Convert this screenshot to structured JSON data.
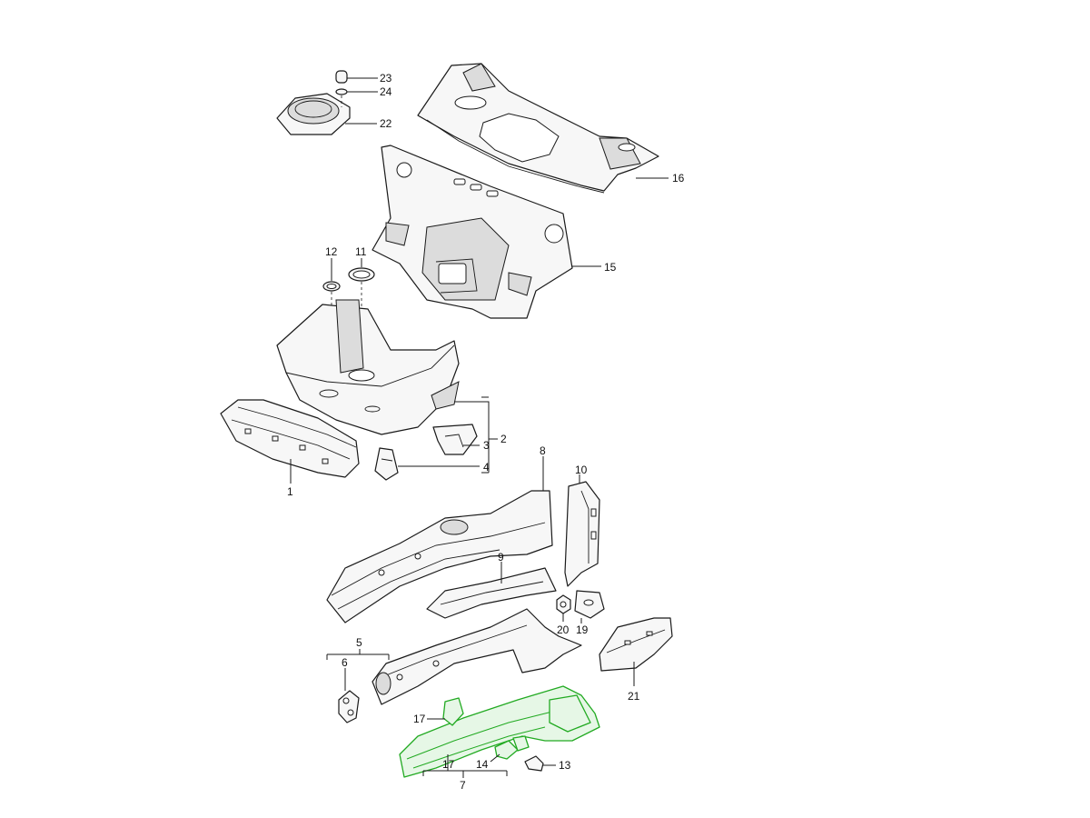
{
  "diagram": {
    "callouts": {
      "c1": "1",
      "c2": "2",
      "c3": "3",
      "c4": "4",
      "c5": "5",
      "c6": "6",
      "c7": "7",
      "c8": "8",
      "c9": "9",
      "c10": "10",
      "c11": "11",
      "c12": "12",
      "c13": "13",
      "c14": "14",
      "c15": "15",
      "c16": "16",
      "c17a": "17",
      "c17b": "17",
      "c19": "19",
      "c20": "20",
      "c21": "21",
      "c22": "22",
      "c23": "23",
      "c24": "24"
    },
    "highlight_color": "#22aa22"
  }
}
